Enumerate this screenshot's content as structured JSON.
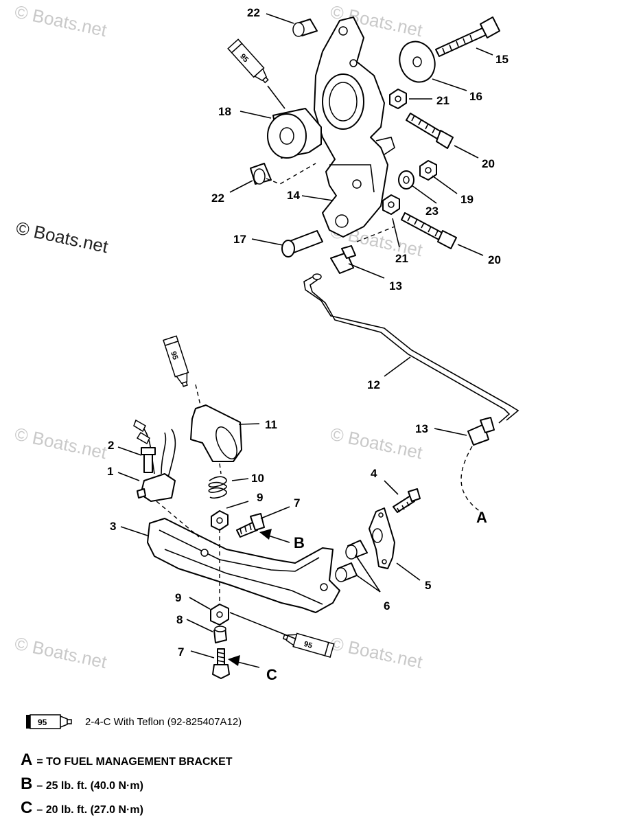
{
  "watermark": "© Boats.net",
  "sealant": {
    "tube_number": "95",
    "legend_text": "2-4-C  With Teflon (92-825407A12)"
  },
  "callouts": {
    "p1": "1",
    "p2": "2",
    "p3": "3",
    "p4": "4",
    "p5": "5",
    "p6": "6",
    "p7a": "7",
    "p7b": "7",
    "p8": "8",
    "p9a": "9",
    "p9b": "9",
    "p10": "10",
    "p11": "11",
    "p12": "12",
    "p13a": "13",
    "p13b": "13",
    "p14": "14",
    "p15": "15",
    "p16": "16",
    "p17": "17",
    "p18": "18",
    "p19": "19",
    "p20a": "20",
    "p20b": "20",
    "p21a": "21",
    "p21b": "21",
    "p22a": "22",
    "p22b": "22",
    "p23": "23"
  },
  "markers": {
    "a": "A",
    "b": "B",
    "c": "C"
  },
  "notes": [
    {
      "letter": "A",
      "text": "= TO FUEL MANAGEMENT BRACKET"
    },
    {
      "letter": "B",
      "text": "– 25 lb. ft. (40.0 N·m)"
    },
    {
      "letter": "C",
      "text": "– 20 lb. ft. (27.0 N·m)"
    }
  ]
}
